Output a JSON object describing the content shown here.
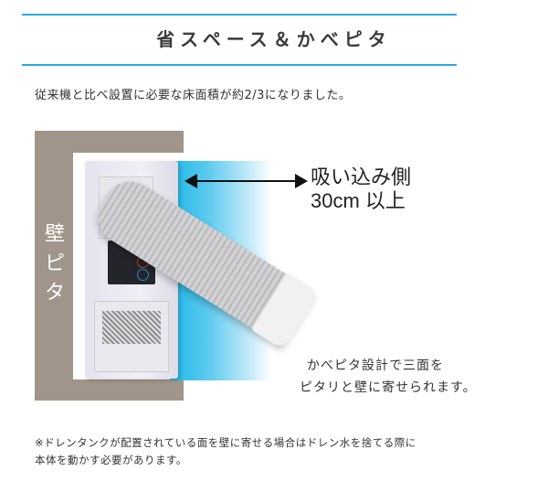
{
  "header": {
    "title": "省スペース＆かべピタ",
    "rule_color": "#29a8e0"
  },
  "intro": "従来機と比べ設置に必要な床面積が約2/3になりました。",
  "illustration": {
    "wall_label": [
      "壁",
      "ピ",
      "タ"
    ],
    "suction_label_line1": "吸い込み側",
    "suction_label_line2": "30cm 以上",
    "wall_color": "#a0958a",
    "airflow_color": "#1fb7e8"
  },
  "caption": {
    "line1": "かべピタ設計で三面を",
    "line2": "ピタリと壁に寄せられます。"
  },
  "note": {
    "line1": "※ドレンタンクが配置されている面を壁に寄せる場合はドレン水を捨てる際に",
    "line2": "本体を動かす必要があります。"
  }
}
